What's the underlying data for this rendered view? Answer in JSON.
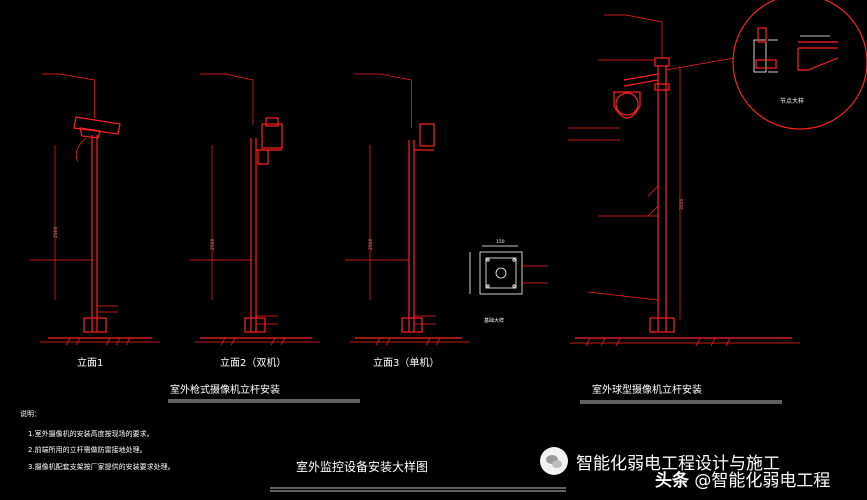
{
  "elevations": {
    "e1": "立面1",
    "e2": "立面2（双机）",
    "e3": "立面3（单机）"
  },
  "sections": {
    "gun_title": "室外枪式摄像机立杆安装",
    "dome_title": "室外球型摄像机立杆安装",
    "main_title": "室外监控设备安装大样图",
    "foundation": "基础大样",
    "node_detail": "节点大样"
  },
  "notes": {
    "heading": "说明：",
    "items": [
      "1.室外摄像机的安装高度按现场的要求。",
      "2.前端所用的立杆需做防雷接地处理。",
      "3.摄像机配套支架按厂家提供的安装要求处理。"
    ]
  },
  "dimensions": {
    "h1": "2500",
    "h2": "2500",
    "h3": "2500",
    "h4": "3500",
    "base_w": "150"
  },
  "watermark": {
    "channel": "智能化弱电工程设计与施工",
    "source_prefix": "头条",
    "source_name": "@智能化弱电工程"
  },
  "colors": {
    "background": "#000000",
    "lines": "#ff2020",
    "text": "#ffffff"
  }
}
